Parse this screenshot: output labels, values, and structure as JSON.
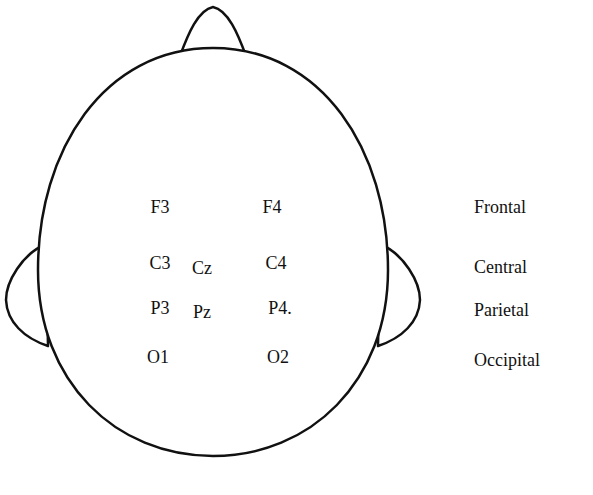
{
  "diagram": {
    "labels": [
      "F3",
      "F4",
      "Frontal",
      "C3",
      "Cz",
      "C4",
      "Central",
      "P3",
      "Pz",
      "P4.",
      "Parietal",
      "O1",
      "O2",
      "Occipital"
    ]
  }
}
